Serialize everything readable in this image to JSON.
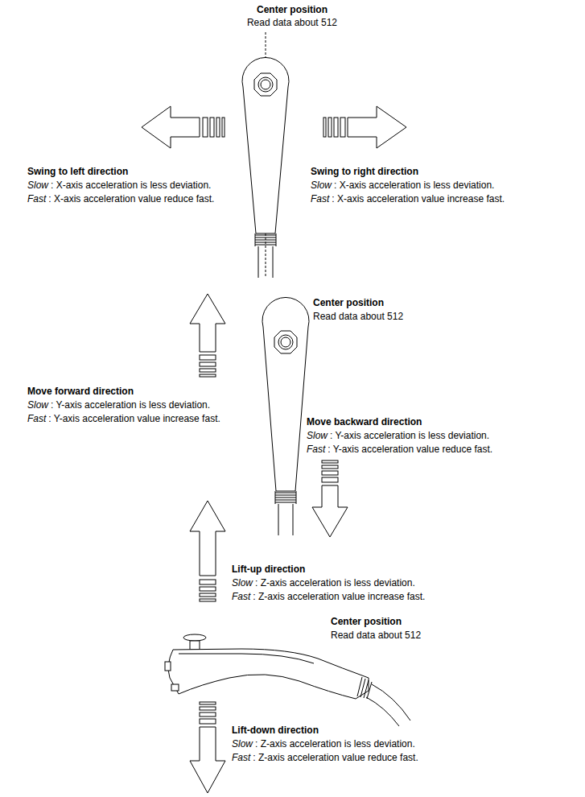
{
  "diagram": {
    "labels": [
      "Center position",
      "Read data about 512",
      "Swing to left direction",
      "Slow",
      ": X-axis acceleration is less deviation.",
      "Fast",
      ": X-axis acceleration value reduce fast.",
      "Swing to right direction",
      "Slow",
      ": X-axis acceleration is less deviation.",
      "Fast",
      ": X-axis acceleration value increase fast.",
      "Center position",
      "Read data about 512",
      "Move forward direction",
      "Slow",
      ": Y-axis acceleration is less deviation.",
      "Fast",
      ": Y-axis acceleration value increase fast.",
      "Move backward direction",
      "Slow",
      ": Y-axis acceleration is less deviation.",
      "Fast",
      ": Y-axis acceleration value reduce fast.",
      "Lift-up direction",
      "Slow",
      ": Z-axis acceleration is less deviation.",
      "Fast",
      ": Z-axis acceleration value increase fast.",
      "Center position",
      "Read data about 512",
      "Lift-down direction",
      "Slow",
      ": Z-axis acceleration is less deviation.",
      "Fast",
      ": Z-axis acceleration value reduce fast."
    ]
  }
}
